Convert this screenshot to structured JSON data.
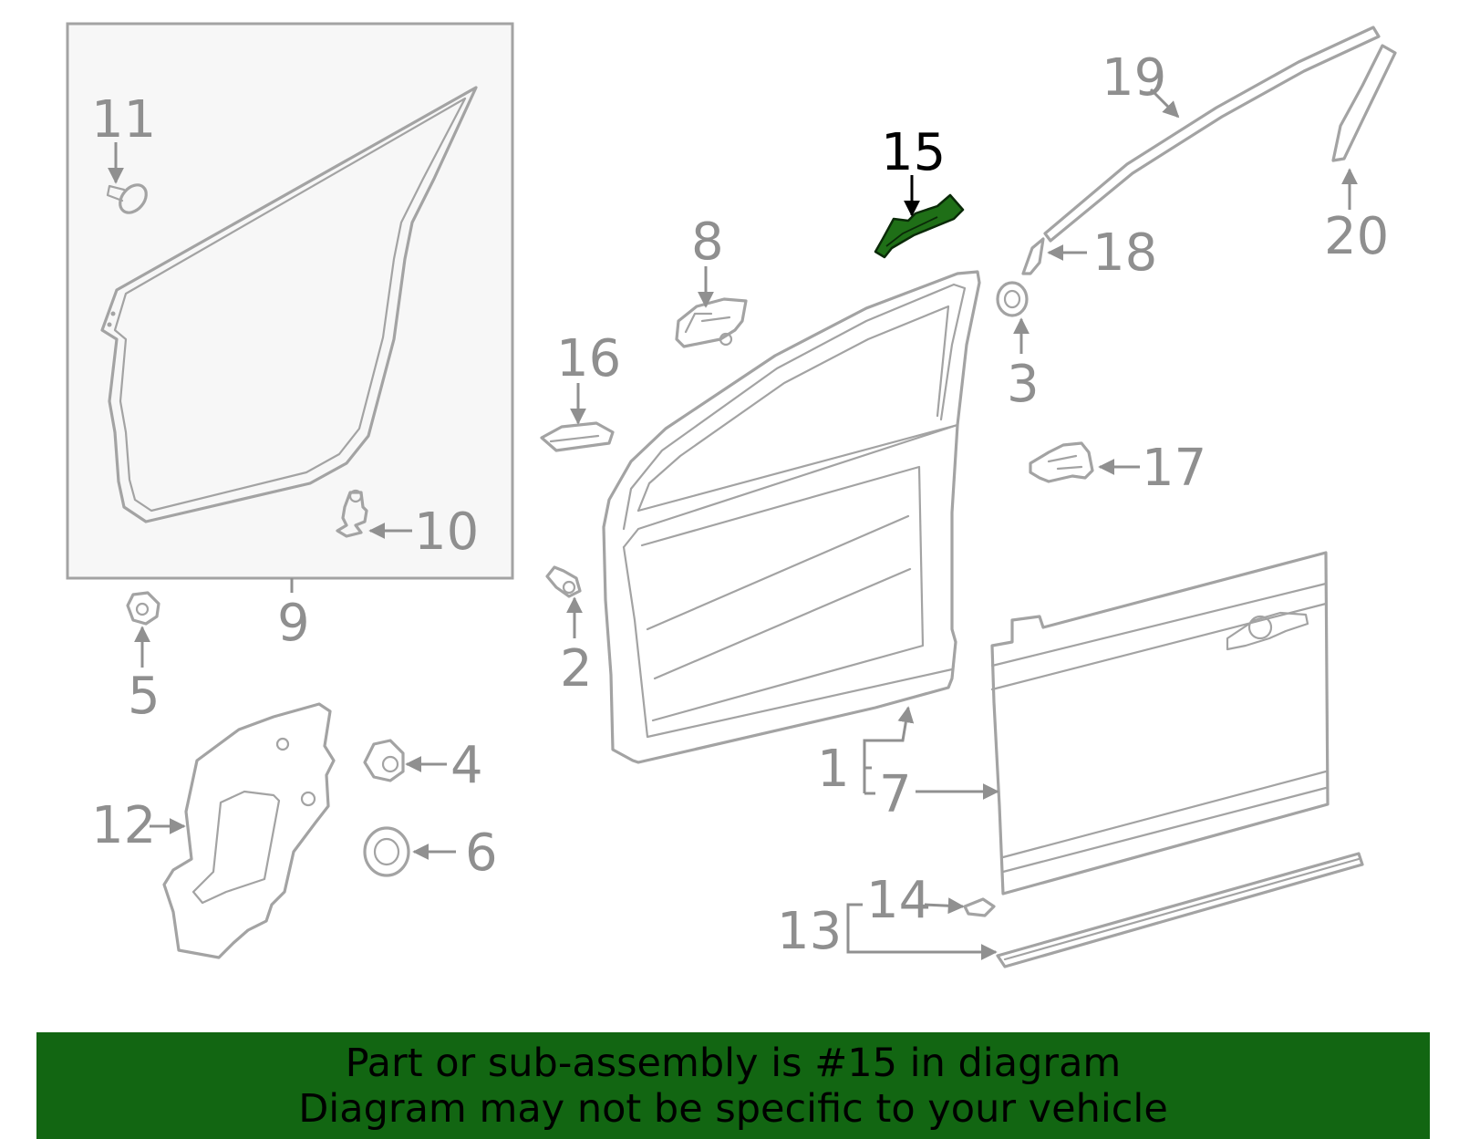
{
  "callouts": {
    "c1": "1",
    "c2": "2",
    "c3": "3",
    "c4": "4",
    "c5": "5",
    "c6": "6",
    "c7": "7",
    "c8": "8",
    "c9": "9",
    "c10": "10",
    "c11": "11",
    "c12": "12",
    "c13": "13",
    "c14": "14",
    "c15": "15",
    "c16": "16",
    "c17": "17",
    "c18": "18",
    "c19": "19",
    "c20": "20"
  },
  "highlighted_part": "15",
  "colors": {
    "highlight_fill": "#1f6f17",
    "banner_background": "#126612",
    "part_stroke": "#a3a3a3",
    "callout_text": "#8f8f8f"
  },
  "banner": {
    "line1": "Part or sub-assembly is #15 in diagram",
    "line2": "Diagram may not be specific to your vehicle"
  }
}
